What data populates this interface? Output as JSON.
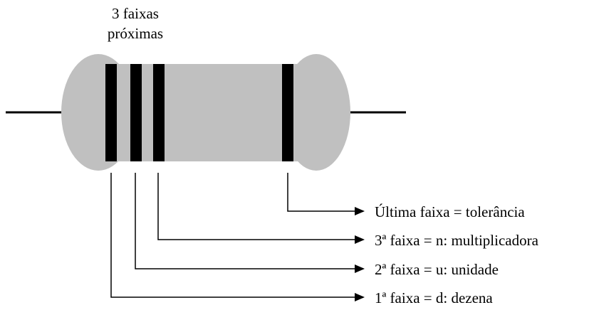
{
  "header": {
    "line1": "3 faixas",
    "line2": "próximas"
  },
  "labels": {
    "last": "Última faixa = tolerância",
    "third": "3ª faixa = n: multiplicadora",
    "second": "2ª faixa = u: unidade",
    "first": "1ª faixa = d: dezena"
  },
  "colors": {
    "body": "#c0c0c0",
    "band": "#000000",
    "lead": "#000000"
  }
}
